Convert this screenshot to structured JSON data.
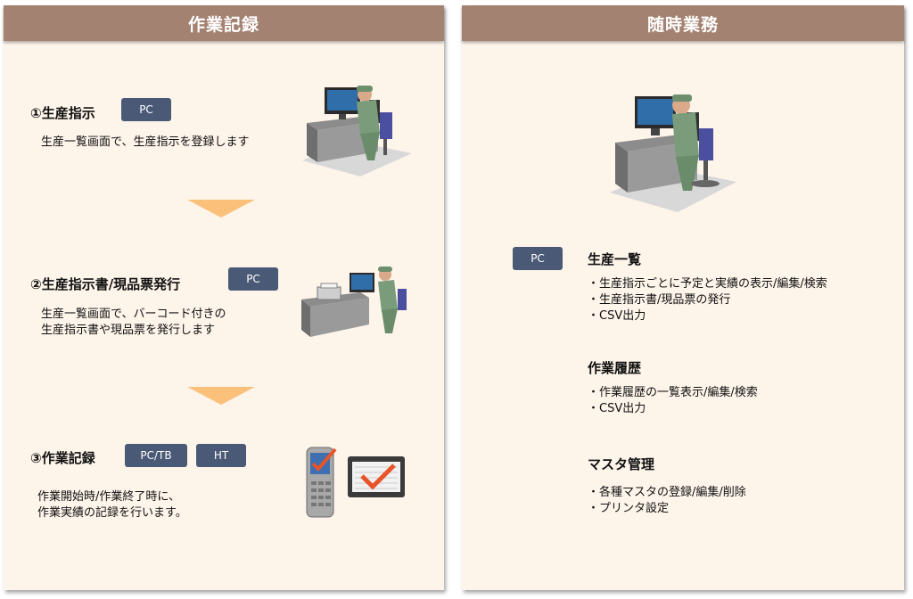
{
  "left_panel": {
    "title": "作業記録",
    "steps": [
      {
        "title": "①生産指示",
        "badges": [
          "PC"
        ],
        "desc": [
          "生産一覧画面で、生産指示を登録します"
        ]
      },
      {
        "title": "②生産指示書/現品票発行",
        "badges": [
          "PC"
        ],
        "desc": [
          "生産一覧画面で、バーコード付きの",
          "生産指示書や現品票を発行します"
        ]
      },
      {
        "title": "③作業記録",
        "badges": [
          "PC/TB",
          "HT"
        ],
        "desc": [
          "作業開始時/作業終了時に、",
          "作業実績の記録を行います。"
        ]
      }
    ]
  },
  "right_panel": {
    "title": "随時業務",
    "badge": "PC",
    "sections": [
      {
        "title": "生産一覧",
        "items": [
          "・生産指示ごとに予定と実績の表示/編集/検索",
          "・生産指示書/現品票の発行",
          "・CSV出力"
        ]
      },
      {
        "title": "作業履歴",
        "items": [
          "・作業履歴の一覧表示/編集/検索",
          "・CSV出力"
        ]
      },
      {
        "title": "マスタ管理",
        "items": [
          "・各種マスタの登録/編集/削除",
          "・プリンタ設定"
        ]
      }
    ]
  },
  "colors": {
    "header": "#a48272",
    "panel_bg": "#fdf4ea",
    "badge": "#4a5a76",
    "arrow": "#fbc07a"
  },
  "icons": [
    "worker-at-pc-icon",
    "worker-with-printer-icon",
    "handheld-terminal-icon",
    "tablet-check-icon"
  ]
}
